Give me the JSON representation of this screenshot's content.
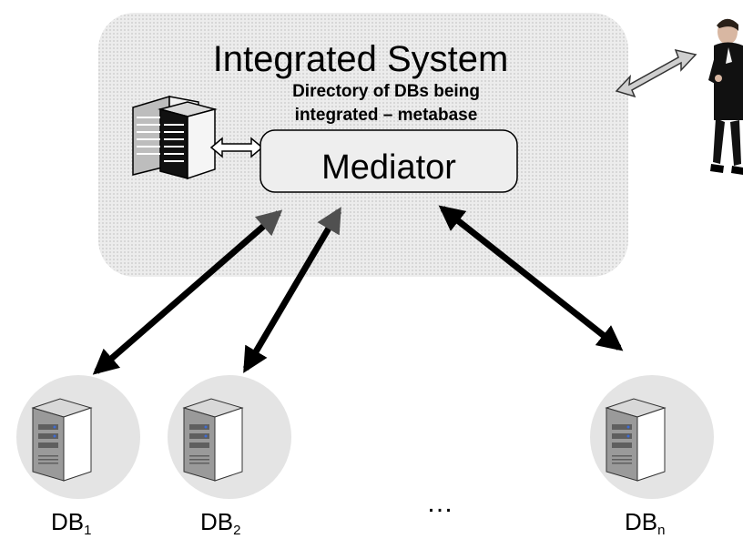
{
  "system": {
    "title": "Integrated System",
    "metabase_line1": "Directory of DBs being",
    "metabase_line2": "integrated – metabase"
  },
  "mediator": {
    "label": "Mediator"
  },
  "databases": [
    {
      "name": "DB",
      "subscript": "1"
    },
    {
      "name": "DB",
      "subscript": "2"
    },
    {
      "name": "DB",
      "subscript": "n"
    }
  ],
  "ellipsis": "…",
  "icons": {
    "metabase": "server-rack-icon",
    "database": "server-tower-icon",
    "user": "person-icon"
  },
  "colors": {
    "system_fill": "#e8e8e8",
    "mediator_fill": "#eeeeee",
    "arrow": "#000000",
    "db_circle": "#e4e4e4"
  }
}
